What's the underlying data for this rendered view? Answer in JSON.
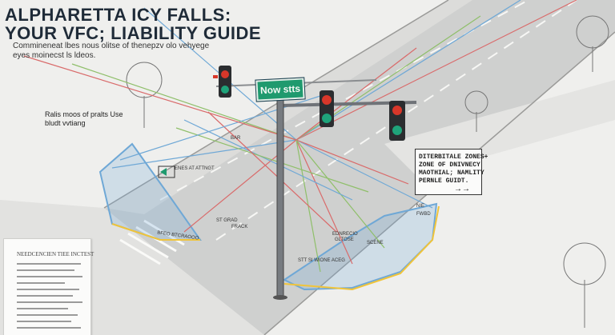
{
  "title": {
    "line1": "ALPHARETTA  ICY FALLS:",
    "line2": "YOUR VFC; LIABILITY GUIDE"
  },
  "subtitle": {
    "line1": "Commineneat lbes nous olitse  of thenepzv olo vehyege",
    "line2": "eyes moinecst ls ldeos."
  },
  "left_note": {
    "line1": "Ralis moos of pralts Use",
    "line2": "bludt vvtiang"
  },
  "street_sign": "Now stts",
  "callout": {
    "line1": "DITERBITALE ZONES+",
    "line2": "ZONE OF DNIVNECY",
    "line3": "MAOTHIAL; NAMLITY",
    "line4": "PERNLE GUIDT."
  },
  "document": {
    "heading": "NEEDCENCIEN TIEE INCTEST"
  },
  "road_labels": {
    "l1": "ENES AT ATTNGT",
    "l2": "BFEO  BTCRAOOO",
    "l3": "ST  GRAD",
    "l4": "FRACK",
    "l5": "BAR",
    "l6": "EDNRECIO",
    "l7": "GLTOSE",
    "l8": "SCENE",
    "l9": "STT  SI  WIONE  ACEG",
    "l10": "NIE",
    "l11": "FWBD"
  },
  "colors": {
    "signal_red": "#d8372a",
    "signal_green": "#1fa37a",
    "sign_green": "#1f9a6e",
    "zone_blue": "#6fa8d6",
    "zone_yellow": "#f0c43a",
    "pole": "#777b80"
  },
  "icons": [
    "traffic-light-icon",
    "tree-icon",
    "arrow-icon"
  ]
}
